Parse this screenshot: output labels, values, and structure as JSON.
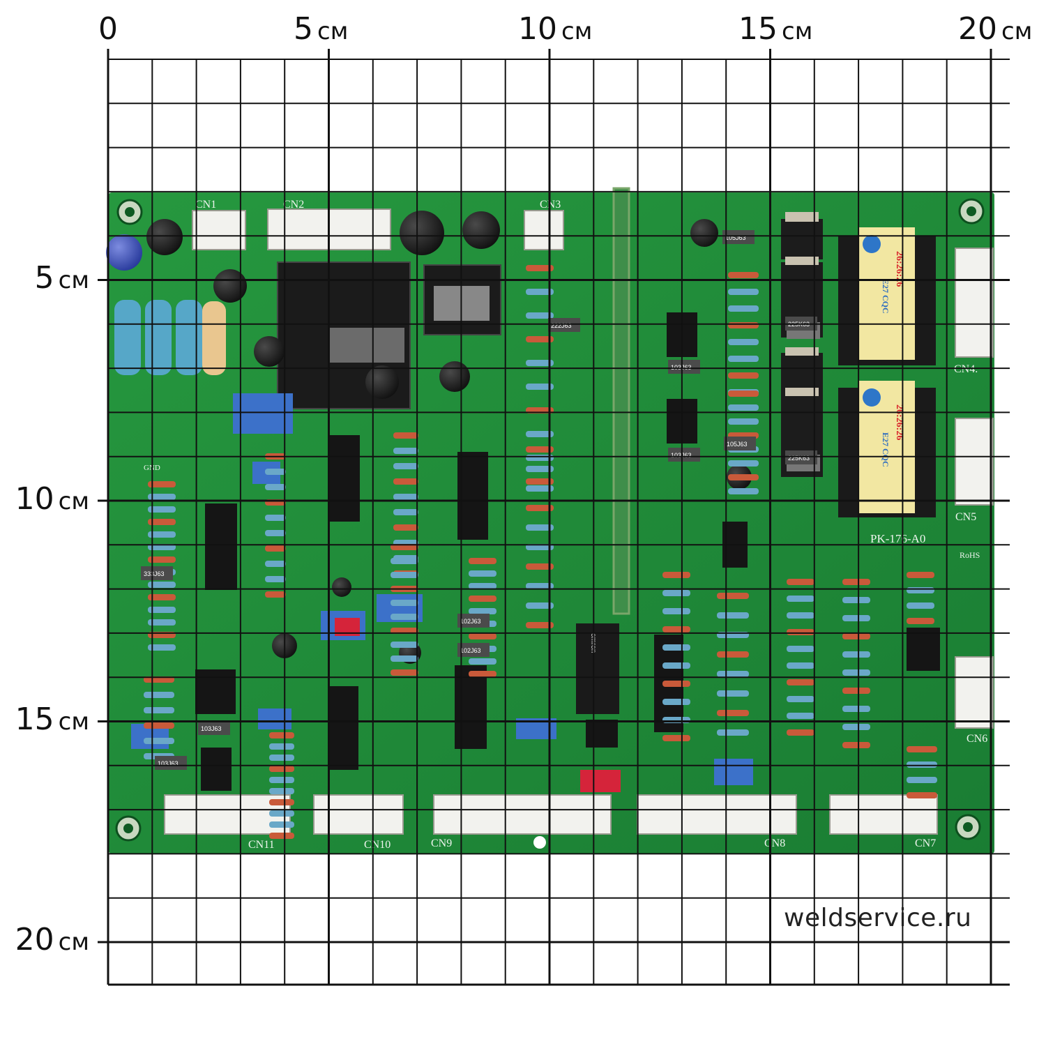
{
  "top_axis_labels": [
    {
      "num": "0",
      "unit": ""
    },
    {
      "num": "5",
      "unit": "см"
    },
    {
      "num": "10",
      "unit": "см"
    },
    {
      "num": "15",
      "unit": "см"
    },
    {
      "num": "20",
      "unit": "см"
    }
  ],
  "left_axis_labels": [
    {
      "num": "5",
      "unit": "см"
    },
    {
      "num": "10",
      "unit": "см"
    },
    {
      "num": "15",
      "unit": "см"
    },
    {
      "num": "20",
      "unit": "см"
    }
  ],
  "watermark": "weldservice.ru",
  "board": {
    "model": "PK-176-A0",
    "connectors": {
      "cn1": "CN1",
      "cn2": "CN2",
      "cn3": "CN3",
      "cn4": "CN4.",
      "cn5": "CN5",
      "cn6": "CN6",
      "cn7": "CN7",
      "cn8": "CN8",
      "cn9": "CN9",
      "cn10": "CN10",
      "cn11": "CN11"
    },
    "transformer_label": "26:26:26",
    "transformer_sub": "E27 CQC",
    "cap_labels": [
      "105J63",
      "225K63",
      "225K63",
      "105J63",
      "103J63",
      "103J63",
      "333J63",
      "102J63",
      "102J63",
      "103J63",
      "103J63",
      "222J63"
    ],
    "misc": {
      "rohs": "RoHS",
      "relay": "omron",
      "gnd": "GND"
    }
  },
  "colors": {
    "pcb": "#1f8a3a",
    "pcb_dark": "#15692b",
    "grid": "#111111",
    "silk": "#eef5ee"
  }
}
